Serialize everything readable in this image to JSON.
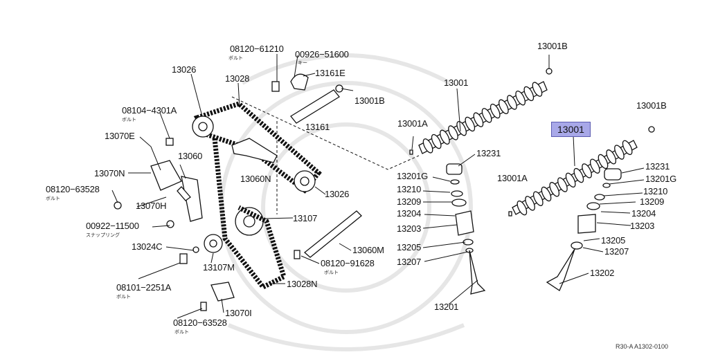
{
  "diagram": {
    "reference_code": "R30-A A1302-0100",
    "highlighted_part": "13001",
    "callouts": [
      {
        "id": "c_08120_61210",
        "text": "08120−61210"
      },
      {
        "id": "s_bolt1",
        "text": "ボルト"
      },
      {
        "id": "c_00926",
        "text": "00926−51600"
      },
      {
        "id": "s_key",
        "text": "キー"
      },
      {
        "id": "c_13161E",
        "text": "13161E"
      },
      {
        "id": "c_13001B_top",
        "text": "13001B"
      },
      {
        "id": "c_13026_top",
        "text": "13026"
      },
      {
        "id": "c_13028",
        "text": "13028"
      },
      {
        "id": "c_13001B_mid",
        "text": "13001B"
      },
      {
        "id": "c_13001_mid",
        "text": "13001"
      },
      {
        "id": "c_13001B_right",
        "text": "13001B"
      },
      {
        "id": "c_08104",
        "text": "08104−4301A"
      },
      {
        "id": "s_bolt2",
        "text": "ボルト"
      },
      {
        "id": "c_13161",
        "text": "13161"
      },
      {
        "id": "c_13001A_mid",
        "text": "13001A"
      },
      {
        "id": "c_13070E",
        "text": "13070E"
      },
      {
        "id": "c_13060",
        "text": "13060"
      },
      {
        "id": "c_13231_mid",
        "text": "13231"
      },
      {
        "id": "c_13231_right",
        "text": "13231"
      },
      {
        "id": "c_13070N",
        "text": "13070N"
      },
      {
        "id": "c_13201G_mid",
        "text": "13201G"
      },
      {
        "id": "c_13001A_right",
        "text": "13001A"
      },
      {
        "id": "c_13201G_right",
        "text": "13201G"
      },
      {
        "id": "c_13060N",
        "text": "13060N"
      },
      {
        "id": "c_13210_mid",
        "text": "13210"
      },
      {
        "id": "c_13026_mid",
        "text": "13026"
      },
      {
        "id": "c_13210_right",
        "text": "13210"
      },
      {
        "id": "c_08120_63528a",
        "text": "08120−63528"
      },
      {
        "id": "s_bolt3",
        "text": "ボルト"
      },
      {
        "id": "c_13209_mid",
        "text": "13209"
      },
      {
        "id": "c_13209_right",
        "text": "13209"
      },
      {
        "id": "c_13070H",
        "text": "13070H"
      },
      {
        "id": "c_13204_mid",
        "text": "13204"
      },
      {
        "id": "c_13204_right",
        "text": "13204"
      },
      {
        "id": "c_13107",
        "text": "13107"
      },
      {
        "id": "c_00922",
        "text": "00922−11500"
      },
      {
        "id": "s_snap",
        "text": "スナップリング"
      },
      {
        "id": "c_13203_mid",
        "text": "13203"
      },
      {
        "id": "c_13203_right",
        "text": "13203"
      },
      {
        "id": "c_13205_right",
        "text": "13205"
      },
      {
        "id": "c_13024C",
        "text": "13024C"
      },
      {
        "id": "c_13205_mid",
        "text": "13205"
      },
      {
        "id": "c_13060M",
        "text": "13060M"
      },
      {
        "id": "c_13207_right",
        "text": "13207"
      },
      {
        "id": "c_13107M",
        "text": "13107M"
      },
      {
        "id": "c_13207_mid",
        "text": "13207"
      },
      {
        "id": "c_08120_91628",
        "text": "08120−91628"
      },
      {
        "id": "s_bolt4",
        "text": "ボルト"
      },
      {
        "id": "c_13202",
        "text": "13202"
      },
      {
        "id": "c_08101",
        "text": "08101−2251A"
      },
      {
        "id": "s_bolt5",
        "text": "ボルト"
      },
      {
        "id": "c_13028N",
        "text": "13028N"
      },
      {
        "id": "c_13201",
        "text": "13201"
      },
      {
        "id": "c_13070I",
        "text": "13070I"
      },
      {
        "id": "c_08120_63528b",
        "text": "08120−63528"
      },
      {
        "id": "s_bolt6",
        "text": "ボルト"
      }
    ]
  },
  "colors": {
    "highlight_fill": "#a8a8e8",
    "highlight_border": "#5a5ab0",
    "line": "#111111"
  }
}
